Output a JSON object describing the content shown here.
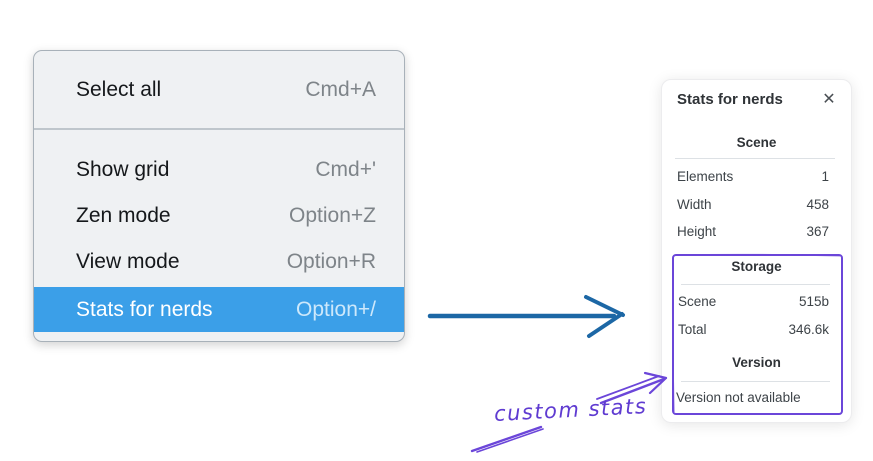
{
  "context_menu": {
    "items": [
      {
        "label": "Select all",
        "shortcut": "Cmd+A",
        "selected": false
      },
      {
        "label": "Show grid",
        "shortcut": "Cmd+'",
        "selected": false
      },
      {
        "label": "Zen mode",
        "shortcut": "Option+Z",
        "selected": false
      },
      {
        "label": "View mode",
        "shortcut": "Option+R",
        "selected": false
      },
      {
        "label": "Stats for nerds",
        "shortcut": "Option+/",
        "selected": true
      }
    ]
  },
  "stats_panel": {
    "title": "Stats for nerds",
    "close_icon": "✕",
    "sections": [
      {
        "title": "Scene",
        "rows": [
          {
            "label": "Elements",
            "value": "1"
          },
          {
            "label": "Width",
            "value": "458"
          },
          {
            "label": "Height",
            "value": "367"
          }
        ]
      },
      {
        "title": "Storage",
        "highlighted": true,
        "rows": [
          {
            "label": "Scene",
            "value": "515b"
          },
          {
            "label": "Total",
            "value": "346.6k"
          }
        ]
      },
      {
        "title": "Version",
        "highlighted": true,
        "note": "Version not available"
      }
    ]
  },
  "annotations": {
    "custom_stats_label": "custom stats"
  },
  "colors": {
    "selection_blue": "#3b9fe8",
    "flow_arrow_blue": "#1c67a5",
    "annotation_purple": "#6b46d9"
  }
}
